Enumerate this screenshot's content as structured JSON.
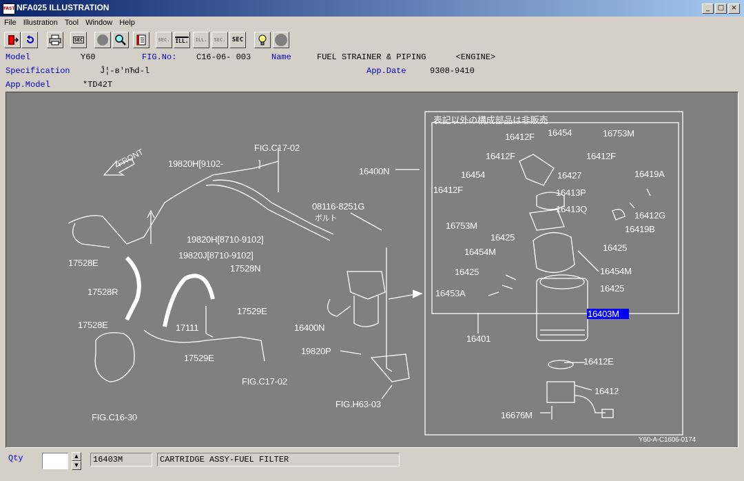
{
  "window": {
    "title": "NFA025 ILLUSTRATION",
    "icon_text": "FAST",
    "controls": [
      "_",
      "□",
      "×"
    ]
  },
  "menu": [
    "File",
    "Illustration",
    "Tool",
    "Window",
    "Help"
  ],
  "toolbar": {
    "sec1": "SEC",
    "ill_icons": [
      "SEC.",
      "ILL.",
      "ILL.",
      "SEC.",
      "SEC"
    ]
  },
  "info": {
    "model_label": "Model",
    "model_value": "Y60",
    "fig_label": "FIG.No:",
    "fig_value": "C16-06- 003",
    "name_label": "Name",
    "name_value": "FUEL STRAINER & PIPING      <ENGINE>",
    "spec_label": "Specification",
    "spec_value": "Ĵ¦-ʙʹnЋd-l",
    "appdate_label": "App.Date",
    "appdate_value": "9308-9410",
    "appmodel_label": "App.Model",
    "appmodel_value": "*TD42T"
  },
  "diagram": {
    "front_label": "FRONT",
    "box_title": "表記以外の構成部品は非販売",
    "footer_code": "Y60-A-C1606-0174",
    "parts_left": [
      "19820H[9102-",
      "]",
      "FIG.C17-02",
      "19820H[8710-9102]",
      "19820J[8710-9102]",
      "17528E",
      "17528N",
      "17528R",
      "17528E",
      "17529E",
      "17111",
      "17529E",
      "FIG.C17-02",
      "FIG.C16-30"
    ],
    "parts_mid": [
      "16400N",
      "08116-8251G",
      "ボルト",
      "16400N",
      "19820P",
      "FIG.H63-03",
      "16401"
    ],
    "parts_box": [
      "16412F",
      "16454",
      "16753M",
      "16412F",
      "16412F",
      "16454",
      "16427",
      "16412F",
      "16419A",
      "16413P",
      "16412G",
      "16413Q",
      "16753M",
      "16419B",
      "16425",
      "16425",
      "16454M",
      "16454M",
      "16425",
      "16425",
      "16453A"
    ],
    "parts_lower": [
      "16403M",
      "16412E",
      "16412",
      "16676M"
    ]
  },
  "status": {
    "qty_label": "Qty",
    "qty_value": "",
    "part_no": "16403M",
    "part_name": "CARTRIDGE ASSY-FUEL FILTER"
  }
}
